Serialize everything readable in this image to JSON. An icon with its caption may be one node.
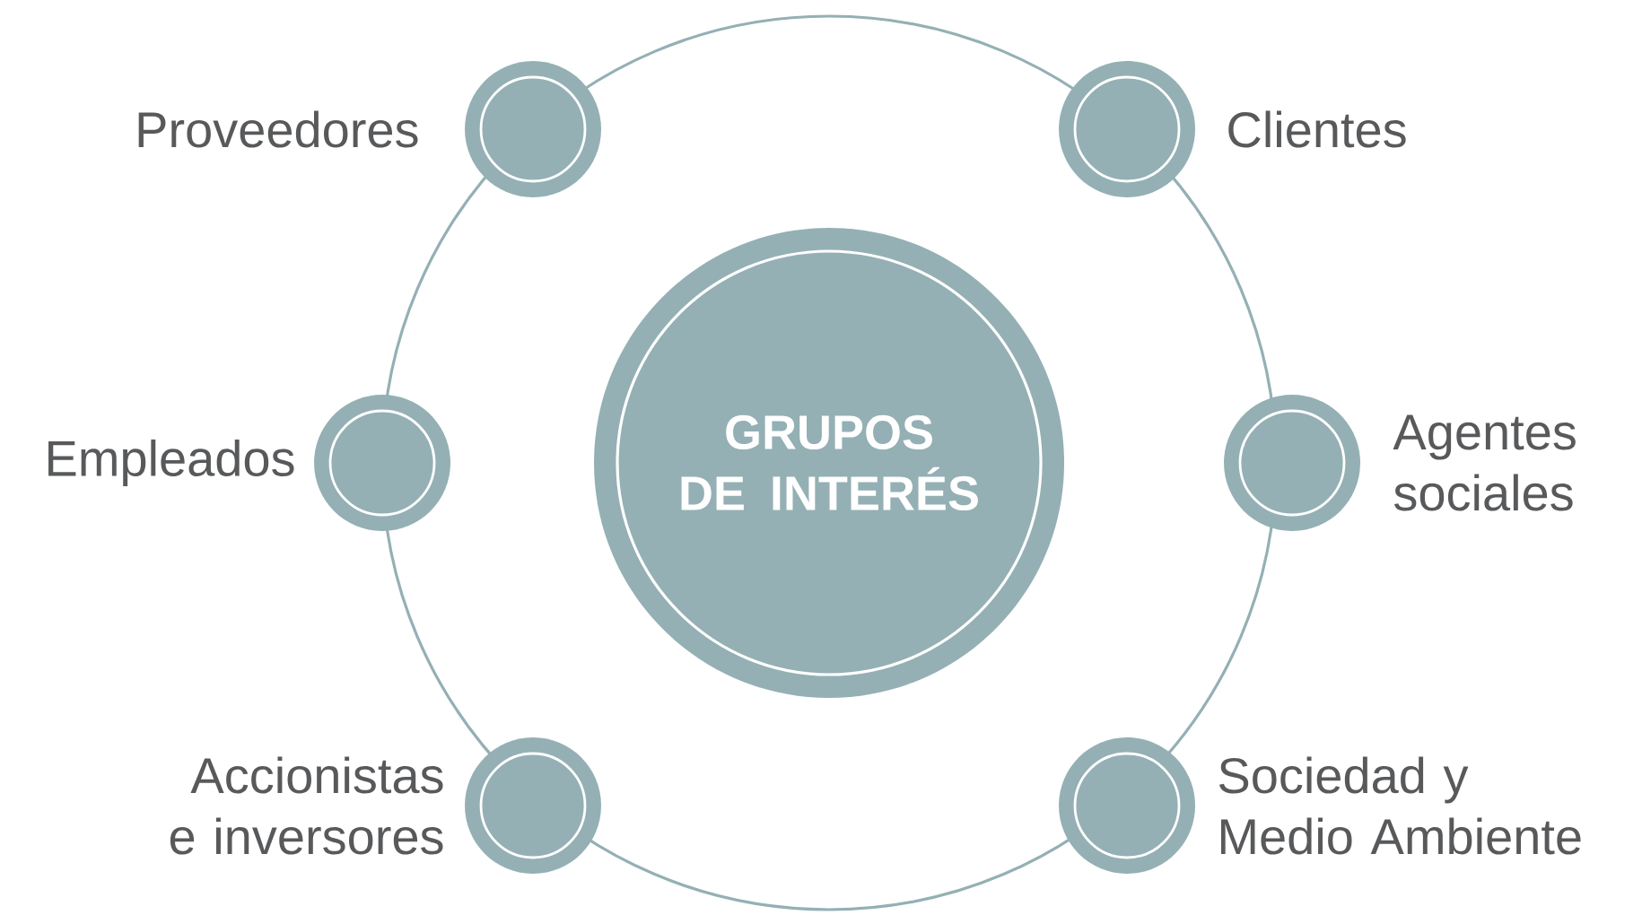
{
  "diagram": {
    "nodes": [
      {
        "text": [
          "GRUPOS DE INTERÉS"
        ]
      },
      {
        "text": [],
        "shape": "circle",
        "beside": [
          "Proveedores"
        ]
      },
      {
        "text": [],
        "shape": "circle",
        "beside": [
          "Clientes"
        ]
      },
      {
        "text": [],
        "shape": "circle",
        "beside": [
          "Empleados"
        ]
      },
      {
        "text": [],
        "shape": "circle",
        "beside": [
          "Agentes sociales"
        ]
      },
      {
        "text": [],
        "shape": "circle",
        "beside": [
          "Accionistas e inversores"
        ]
      },
      {
        "text": [],
        "shape": "circle",
        "beside": [
          "Sociedad y Medio Ambiente"
        ]
      }
    ]
  }
}
